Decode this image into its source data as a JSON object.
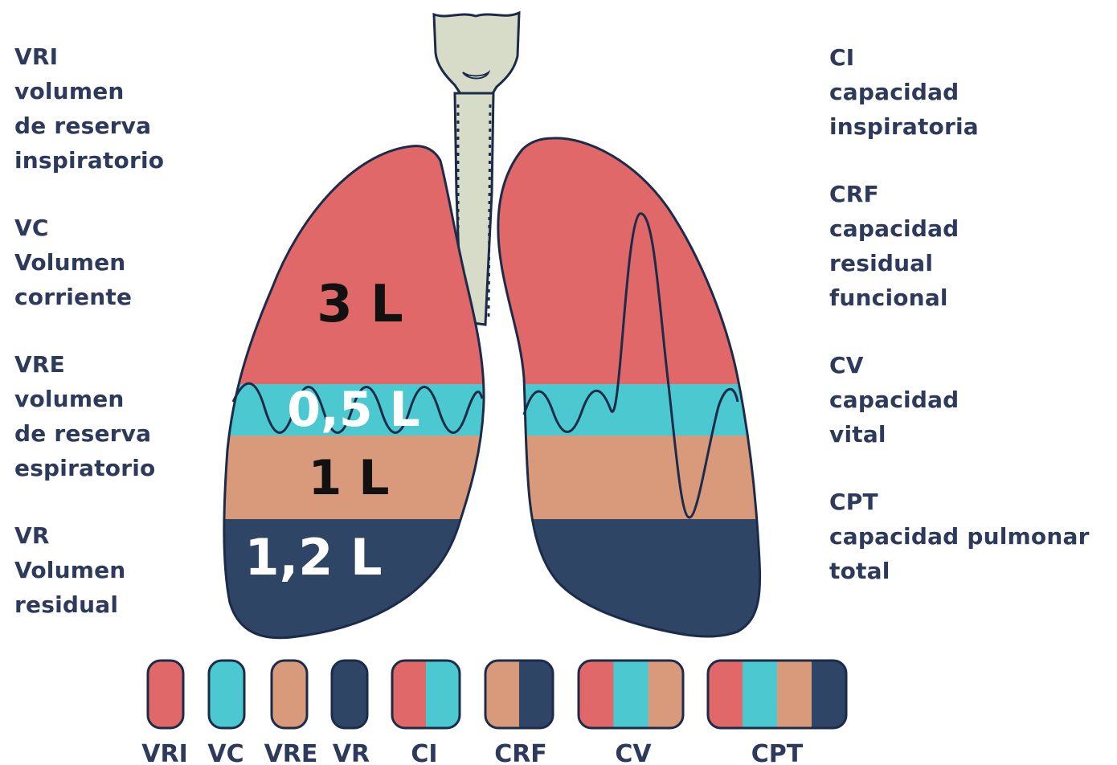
{
  "colors": {
    "vri": "#e06868",
    "vc": "#4cc8d0",
    "vre": "#d99a7c",
    "vr": "#2e4566",
    "trachea": "#d6dcc8",
    "outline": "#1d2b4a",
    "text": "#2d3a5c"
  },
  "left_legend": [
    {
      "lines": [
        "VRI",
        "volumen",
        "de reserva",
        "inspiratorio"
      ]
    },
    {
      "lines": [
        "VC",
        "Volumen",
        "corriente"
      ]
    },
    {
      "lines": [
        "VRE",
        "volumen",
        "de reserva",
        "espiratorio"
      ]
    },
    {
      "lines": [
        "VR",
        "Volumen",
        "residual"
      ]
    }
  ],
  "right_legend": [
    {
      "lines": [
        "CI",
        "capacidad",
        "inspiratoria"
      ]
    },
    {
      "lines": [
        "CRF",
        "capacidad",
        "residual",
        "funcional"
      ]
    },
    {
      "lines": [
        "CV",
        "capacidad",
        "vital"
      ]
    },
    {
      "lines": [
        "CPT",
        "capacidad pulmonar",
        "total"
      ]
    }
  ],
  "volumes": {
    "vri": "3 L",
    "vc": "0,5 L",
    "vre": "1 L",
    "vr": "1,2 L"
  },
  "key": [
    {
      "label": "VRI",
      "segments": [
        "vri"
      ]
    },
    {
      "label": "VC",
      "segments": [
        "vc"
      ]
    },
    {
      "label": "VRE",
      "segments": [
        "vre"
      ]
    },
    {
      "label": "VR",
      "segments": [
        "vr"
      ]
    },
    {
      "label": "CI",
      "segments": [
        "vri",
        "vc"
      ]
    },
    {
      "label": "CRF",
      "segments": [
        "vre",
        "vr"
      ]
    },
    {
      "label": "CV",
      "segments": [
        "vri",
        "vc",
        "vre"
      ]
    },
    {
      "label": "CPT",
      "segments": [
        "vri",
        "vc",
        "vre",
        "vr"
      ]
    }
  ]
}
